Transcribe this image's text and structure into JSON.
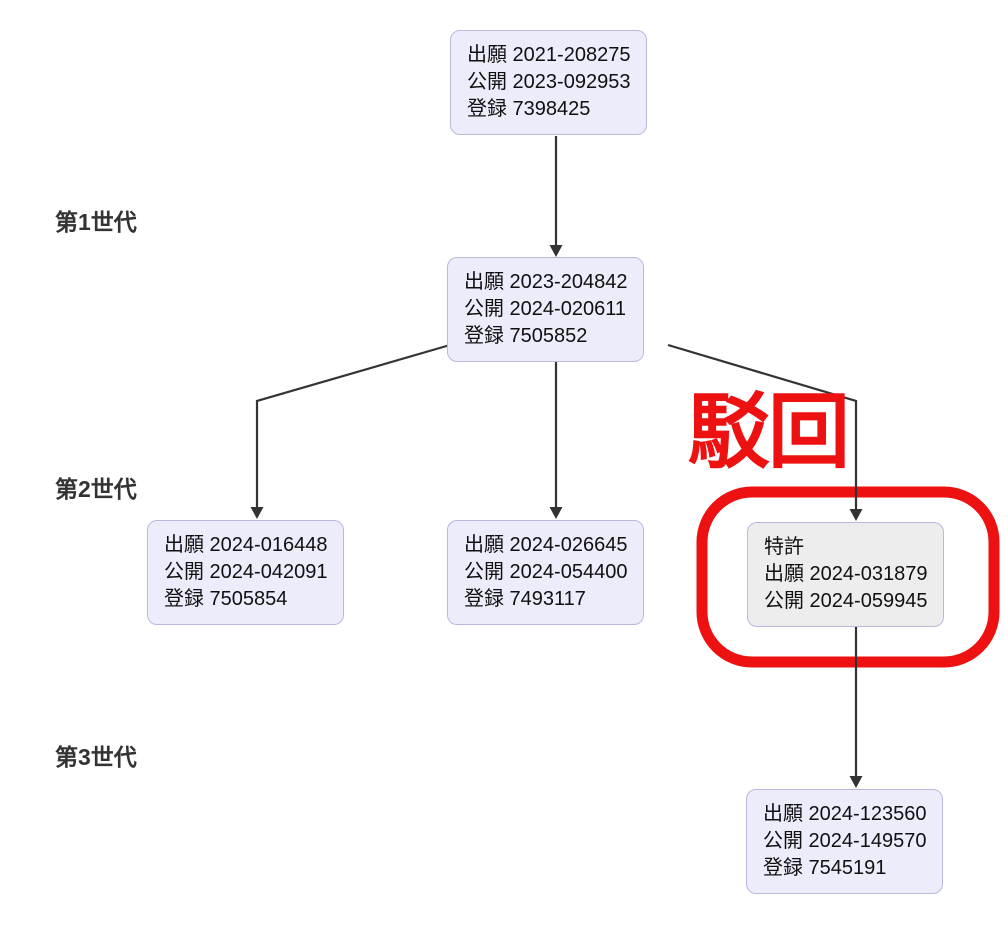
{
  "diagram": {
    "generation_labels": [
      {
        "text": "第1世代"
      },
      {
        "text": "第2世代"
      },
      {
        "text": "第3世代"
      }
    ],
    "nodes": [
      {
        "id": "root",
        "lines": [
          "出願 2021-208275",
          "公開 2023-092953",
          "登録 7398425"
        ]
      },
      {
        "id": "gen1",
        "lines": [
          "出願 2023-204842",
          "公開 2024-020611",
          "登録 7505852"
        ]
      },
      {
        "id": "gen2-left",
        "lines": [
          "出願 2024-016448",
          "公開 2024-042091",
          "登録 7505854"
        ]
      },
      {
        "id": "gen2-middle",
        "lines": [
          "出願 2024-026645",
          "公開 2024-054400",
          "登録 7493117"
        ]
      },
      {
        "id": "gen2-right",
        "status": "rejected",
        "lines": [
          "特許",
          "出願 2024-031879",
          "公開 2024-059945"
        ]
      },
      {
        "id": "gen3",
        "lines": [
          "出願 2024-123560",
          "公開 2024-149570",
          "登録 7545191"
        ]
      }
    ],
    "edges": [
      {
        "from": "root",
        "to": "gen1"
      },
      {
        "from": "gen1",
        "to": "gen2-left"
      },
      {
        "from": "gen1",
        "to": "gen2-middle"
      },
      {
        "from": "gen1",
        "to": "gen2-right"
      },
      {
        "from": "gen2-right",
        "to": "gen3"
      }
    ],
    "annotation": {
      "text": "駁回",
      "color": "#ee1111"
    },
    "colors": {
      "background": "#ffffff",
      "node_fill": "#ececfb",
      "node_border": "#b9b9e0",
      "rejected_node_fill": "#ededed",
      "edge": "#333333",
      "annotation_red": "#ee1111",
      "node_text": "#101010",
      "label_text": "#333333"
    }
  }
}
